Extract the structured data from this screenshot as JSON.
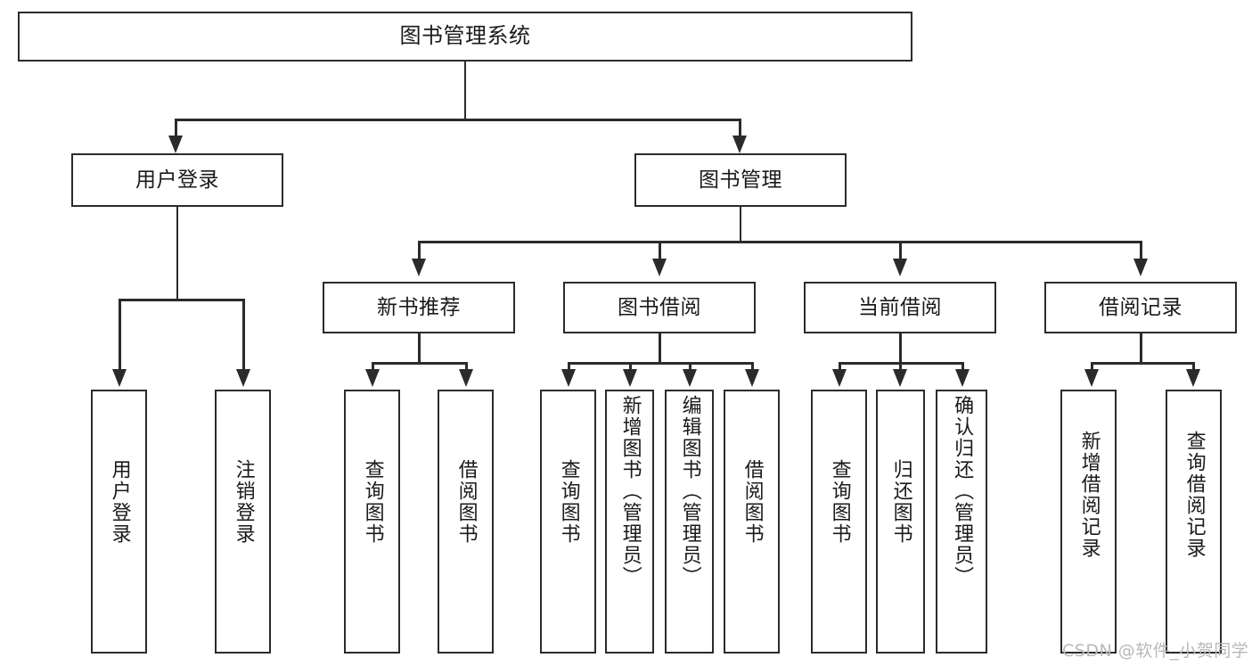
{
  "diagram": {
    "type": "tree-hierarchy-chart",
    "title": "图书管理系统",
    "root": {
      "label": "图书管理系统"
    },
    "level2": [
      {
        "label": "用户登录"
      },
      {
        "label": "图书管理"
      }
    ],
    "level3": [
      {
        "label": "新书推荐"
      },
      {
        "label": "图书借阅"
      },
      {
        "label": "当前借阅"
      },
      {
        "label": "借阅记录"
      }
    ],
    "leaves": {
      "user_login": [
        {
          "label": "用户登录"
        },
        {
          "label": "注销登录"
        }
      ],
      "new_book_recommend": [
        {
          "label": "查询图书"
        },
        {
          "label": "借阅图书"
        }
      ],
      "book_borrow": [
        {
          "label": "查询图书"
        },
        {
          "label": "新增图书（管理员）"
        },
        {
          "label": "编辑图书（管理员）"
        },
        {
          "label": "借阅图书"
        }
      ],
      "current_borrow": [
        {
          "label": "查询图书"
        },
        {
          "label": "归还图书"
        },
        {
          "label": "确认归还（管理员）"
        }
      ],
      "borrow_record": [
        {
          "label": "新增借阅记录"
        },
        {
          "label": "查询借阅记录"
        }
      ]
    }
  },
  "watermark": {
    "text": "CSDN @软件_小贺同学"
  },
  "colors": {
    "stroke": "#2b2b2b",
    "background": "#ffffff",
    "text": "#1a1a1a",
    "watermark": "#b8b8b8"
  }
}
